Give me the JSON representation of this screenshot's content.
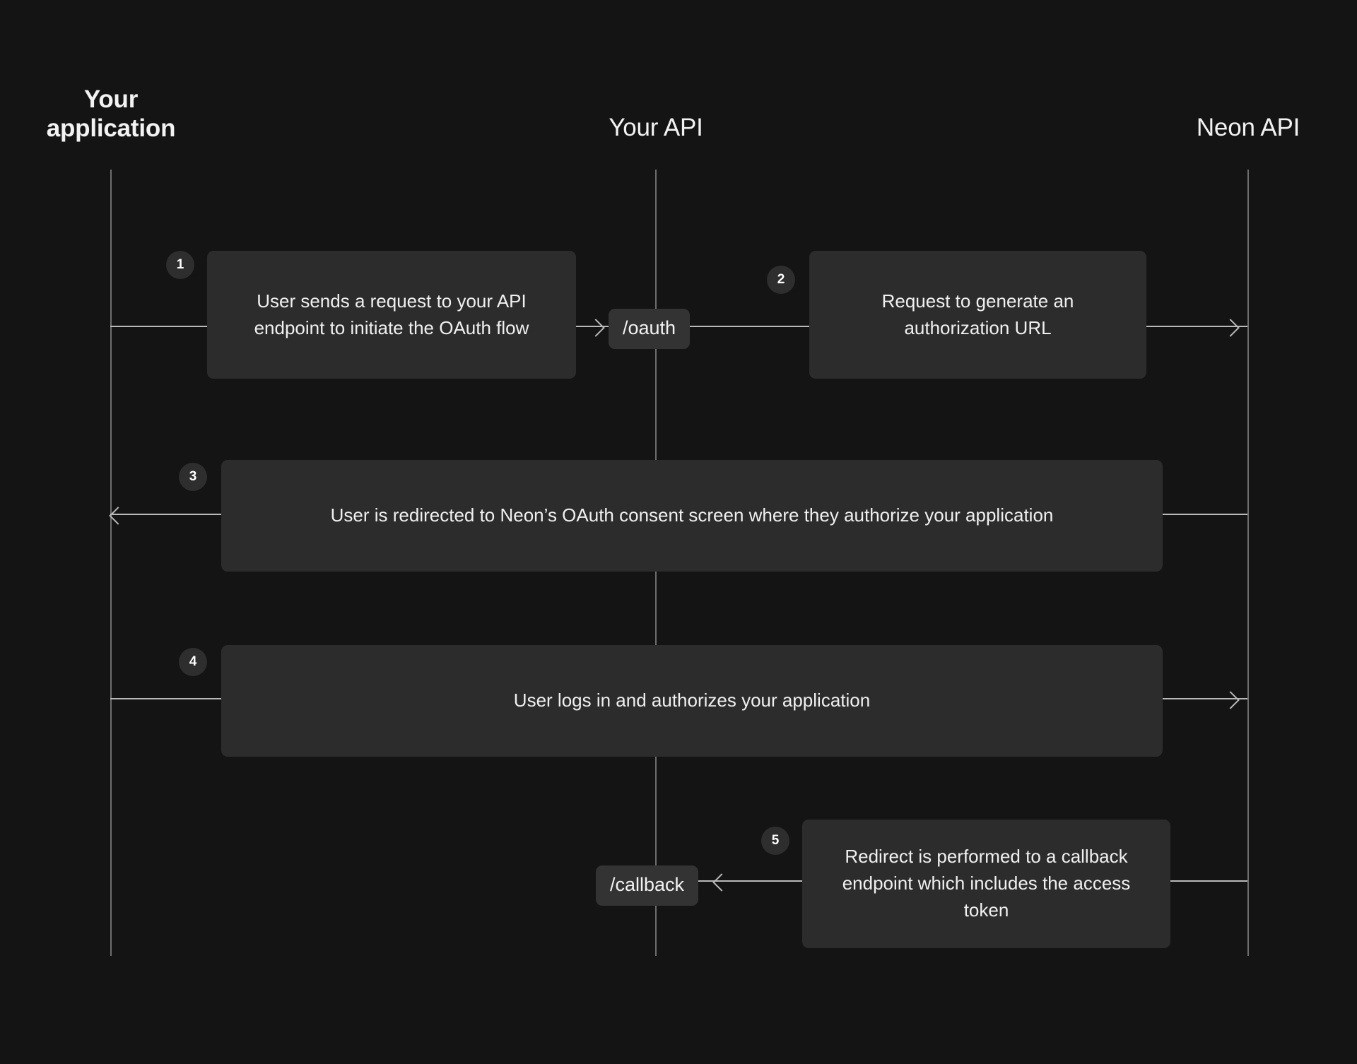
{
  "diagram": {
    "title": "Neon OAuth flow sequence diagram",
    "background_color": "#141414",
    "box_color": "#2c2c2c",
    "pill_color": "#333333",
    "line_color": "#b9b9b9",
    "lifeline_color": "#6e6e6e",
    "text_color": "#f0f0f0"
  },
  "lanes": [
    {
      "id": "your-application",
      "label": "Your\napplication",
      "weight": "bold"
    },
    {
      "id": "your-api",
      "label": "Your API",
      "weight": "regular"
    },
    {
      "id": "neon-api",
      "label": "Neon API",
      "weight": "regular"
    }
  ],
  "steps": [
    {
      "number": "1",
      "text": "User sends a request to your API endpoint to initiate the OAuth flow",
      "from": "your-application",
      "to": "your-api",
      "direction": "right"
    },
    {
      "number": "2",
      "text": "Request to generate an authorization URL",
      "from": "your-api",
      "to": "neon-api",
      "direction": "right"
    },
    {
      "number": "3",
      "text": "User is redirected to Neon’s OAuth consent screen where they authorize your application",
      "from": "neon-api",
      "to": "your-application",
      "direction": "left"
    },
    {
      "number": "4",
      "text": "User logs in and authorizes your application",
      "from": "your-application",
      "to": "neon-api",
      "direction": "right"
    },
    {
      "number": "5",
      "text": "Redirect is performed to a callback endpoint which includes the access token",
      "from": "neon-api",
      "to": "your-api",
      "direction": "left"
    }
  ],
  "endpoints": [
    {
      "id": "oauth",
      "label": "/oauth"
    },
    {
      "id": "callback",
      "label": "/callback"
    }
  ]
}
